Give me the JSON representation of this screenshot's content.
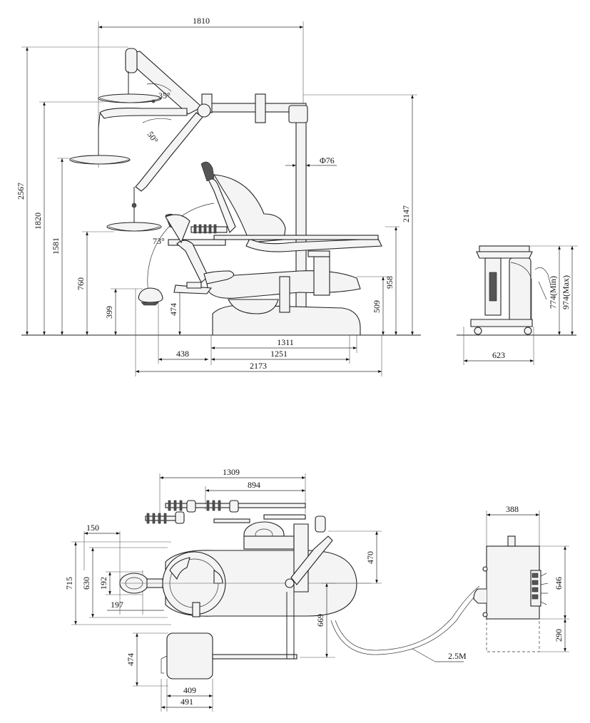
{
  "side_view": {
    "dims": {
      "width_top": "1810",
      "height_max": "2567",
      "height_light_1": "1820",
      "height_light_2": "1581",
      "height_760": "760",
      "height_399": "399",
      "height_474": "474",
      "height_509": "509",
      "height_958": "958",
      "height_2147": "2147",
      "pole_diameter": "Φ76",
      "base_1311": "1311",
      "base_1251": "1251",
      "base_438": "438",
      "base_2173": "2173",
      "angle_35": "35°",
      "angle_50": "50°",
      "angle_73": "73°"
    }
  },
  "cart_side": {
    "dims": {
      "height_min": "774(Min)",
      "height_max": "974(Max)",
      "width": "623"
    }
  },
  "top_view": {
    "dims": {
      "d_1309": "1309",
      "d_894": "894",
      "d_150": "150",
      "d_715": "715",
      "d_630": "630",
      "d_192": "192",
      "d_197": "197",
      "d_470": "470",
      "d_669": "669",
      "d_474": "474",
      "d_409": "409",
      "d_491": "491",
      "hose_length": "2.5M"
    }
  },
  "cart_top": {
    "dims": {
      "width": "388",
      "depth": "646",
      "offset": "290"
    }
  }
}
